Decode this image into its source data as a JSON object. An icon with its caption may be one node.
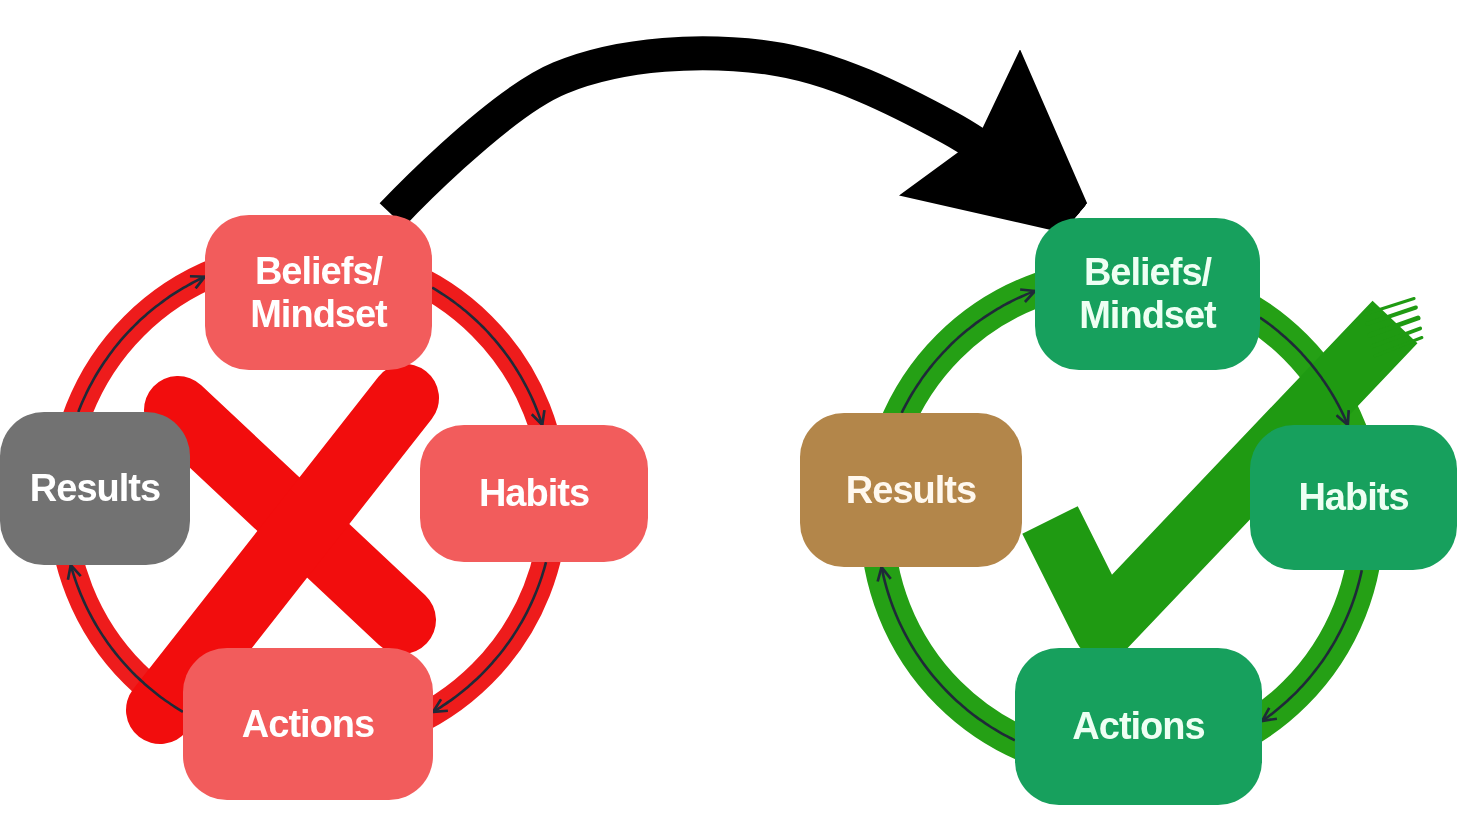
{
  "diagram": {
    "nodes": [
      {
        "text": [
          "Beliefs/ Mindset"
        ]
      },
      {
        "text": [
          "Habits"
        ]
      },
      {
        "text": [
          "Actions"
        ]
      },
      {
        "text": [
          "Results"
        ]
      },
      {
        "text": [
          "Beliefs/ Mindset"
        ]
      },
      {
        "text": [
          "Habits"
        ]
      },
      {
        "text": [
          "Actions"
        ]
      },
      {
        "text": [
          "Results"
        ]
      }
    ],
    "edges": [
      {
        "from": 3,
        "to": 0,
        "arrow": "to"
      },
      {
        "from": 0,
        "to": 1,
        "arrow": "to"
      },
      {
        "from": 1,
        "to": 2,
        "arrow": "to"
      },
      {
        "from": 2,
        "to": 3,
        "arrow": "to"
      },
      {
        "from": 7,
        "to": 4,
        "arrow": "to"
      },
      {
        "from": 4,
        "to": 5,
        "arrow": "to"
      },
      {
        "from": 5,
        "to": 6,
        "arrow": "to"
      },
      {
        "from": 6,
        "to": 7,
        "arrow": "to"
      },
      {
        "from": 0,
        "to": 4,
        "arrow": "to",
        "style": "thick",
        "color": "#000000"
      }
    ]
  }
}
